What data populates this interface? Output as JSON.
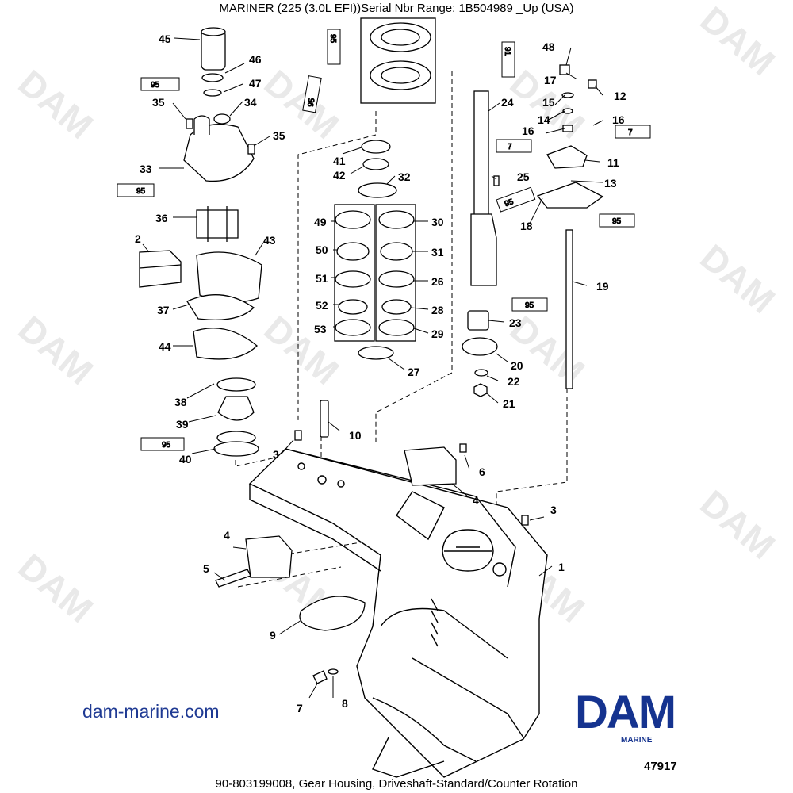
{
  "header": {
    "title": "MARINER (225 (3.0L EFI))Serial Nbr Range: 1B504989 _Up (USA)"
  },
  "footer": {
    "caption": "90-803199008, Gear Housing, Driveshaft-Standard/Counter Rotation",
    "website": "dam-marine.com",
    "figure_number": "47917"
  },
  "logo": {
    "name": "DAM",
    "sub": "MARINE",
    "color": "#15338f"
  },
  "watermark": "DAM",
  "sealant_labels": {
    "a": "95",
    "b": "91",
    "c": "7"
  },
  "callouts": [
    "1",
    "2",
    "3",
    "3",
    "3",
    "4",
    "4",
    "5",
    "6",
    "7",
    "8",
    "9",
    "10",
    "11",
    "12",
    "13",
    "14",
    "15",
    "16",
    "16",
    "17",
    "18",
    "19",
    "20",
    "21",
    "22",
    "23",
    "24",
    "25",
    "26",
    "27",
    "28",
    "29",
    "30",
    "31",
    "32",
    "33",
    "34",
    "35",
    "35",
    "36",
    "37",
    "38",
    "39",
    "40",
    "41",
    "42",
    "43",
    "44",
    "45",
    "46",
    "47",
    "48",
    "49",
    "50",
    "51",
    "52",
    "53"
  ]
}
